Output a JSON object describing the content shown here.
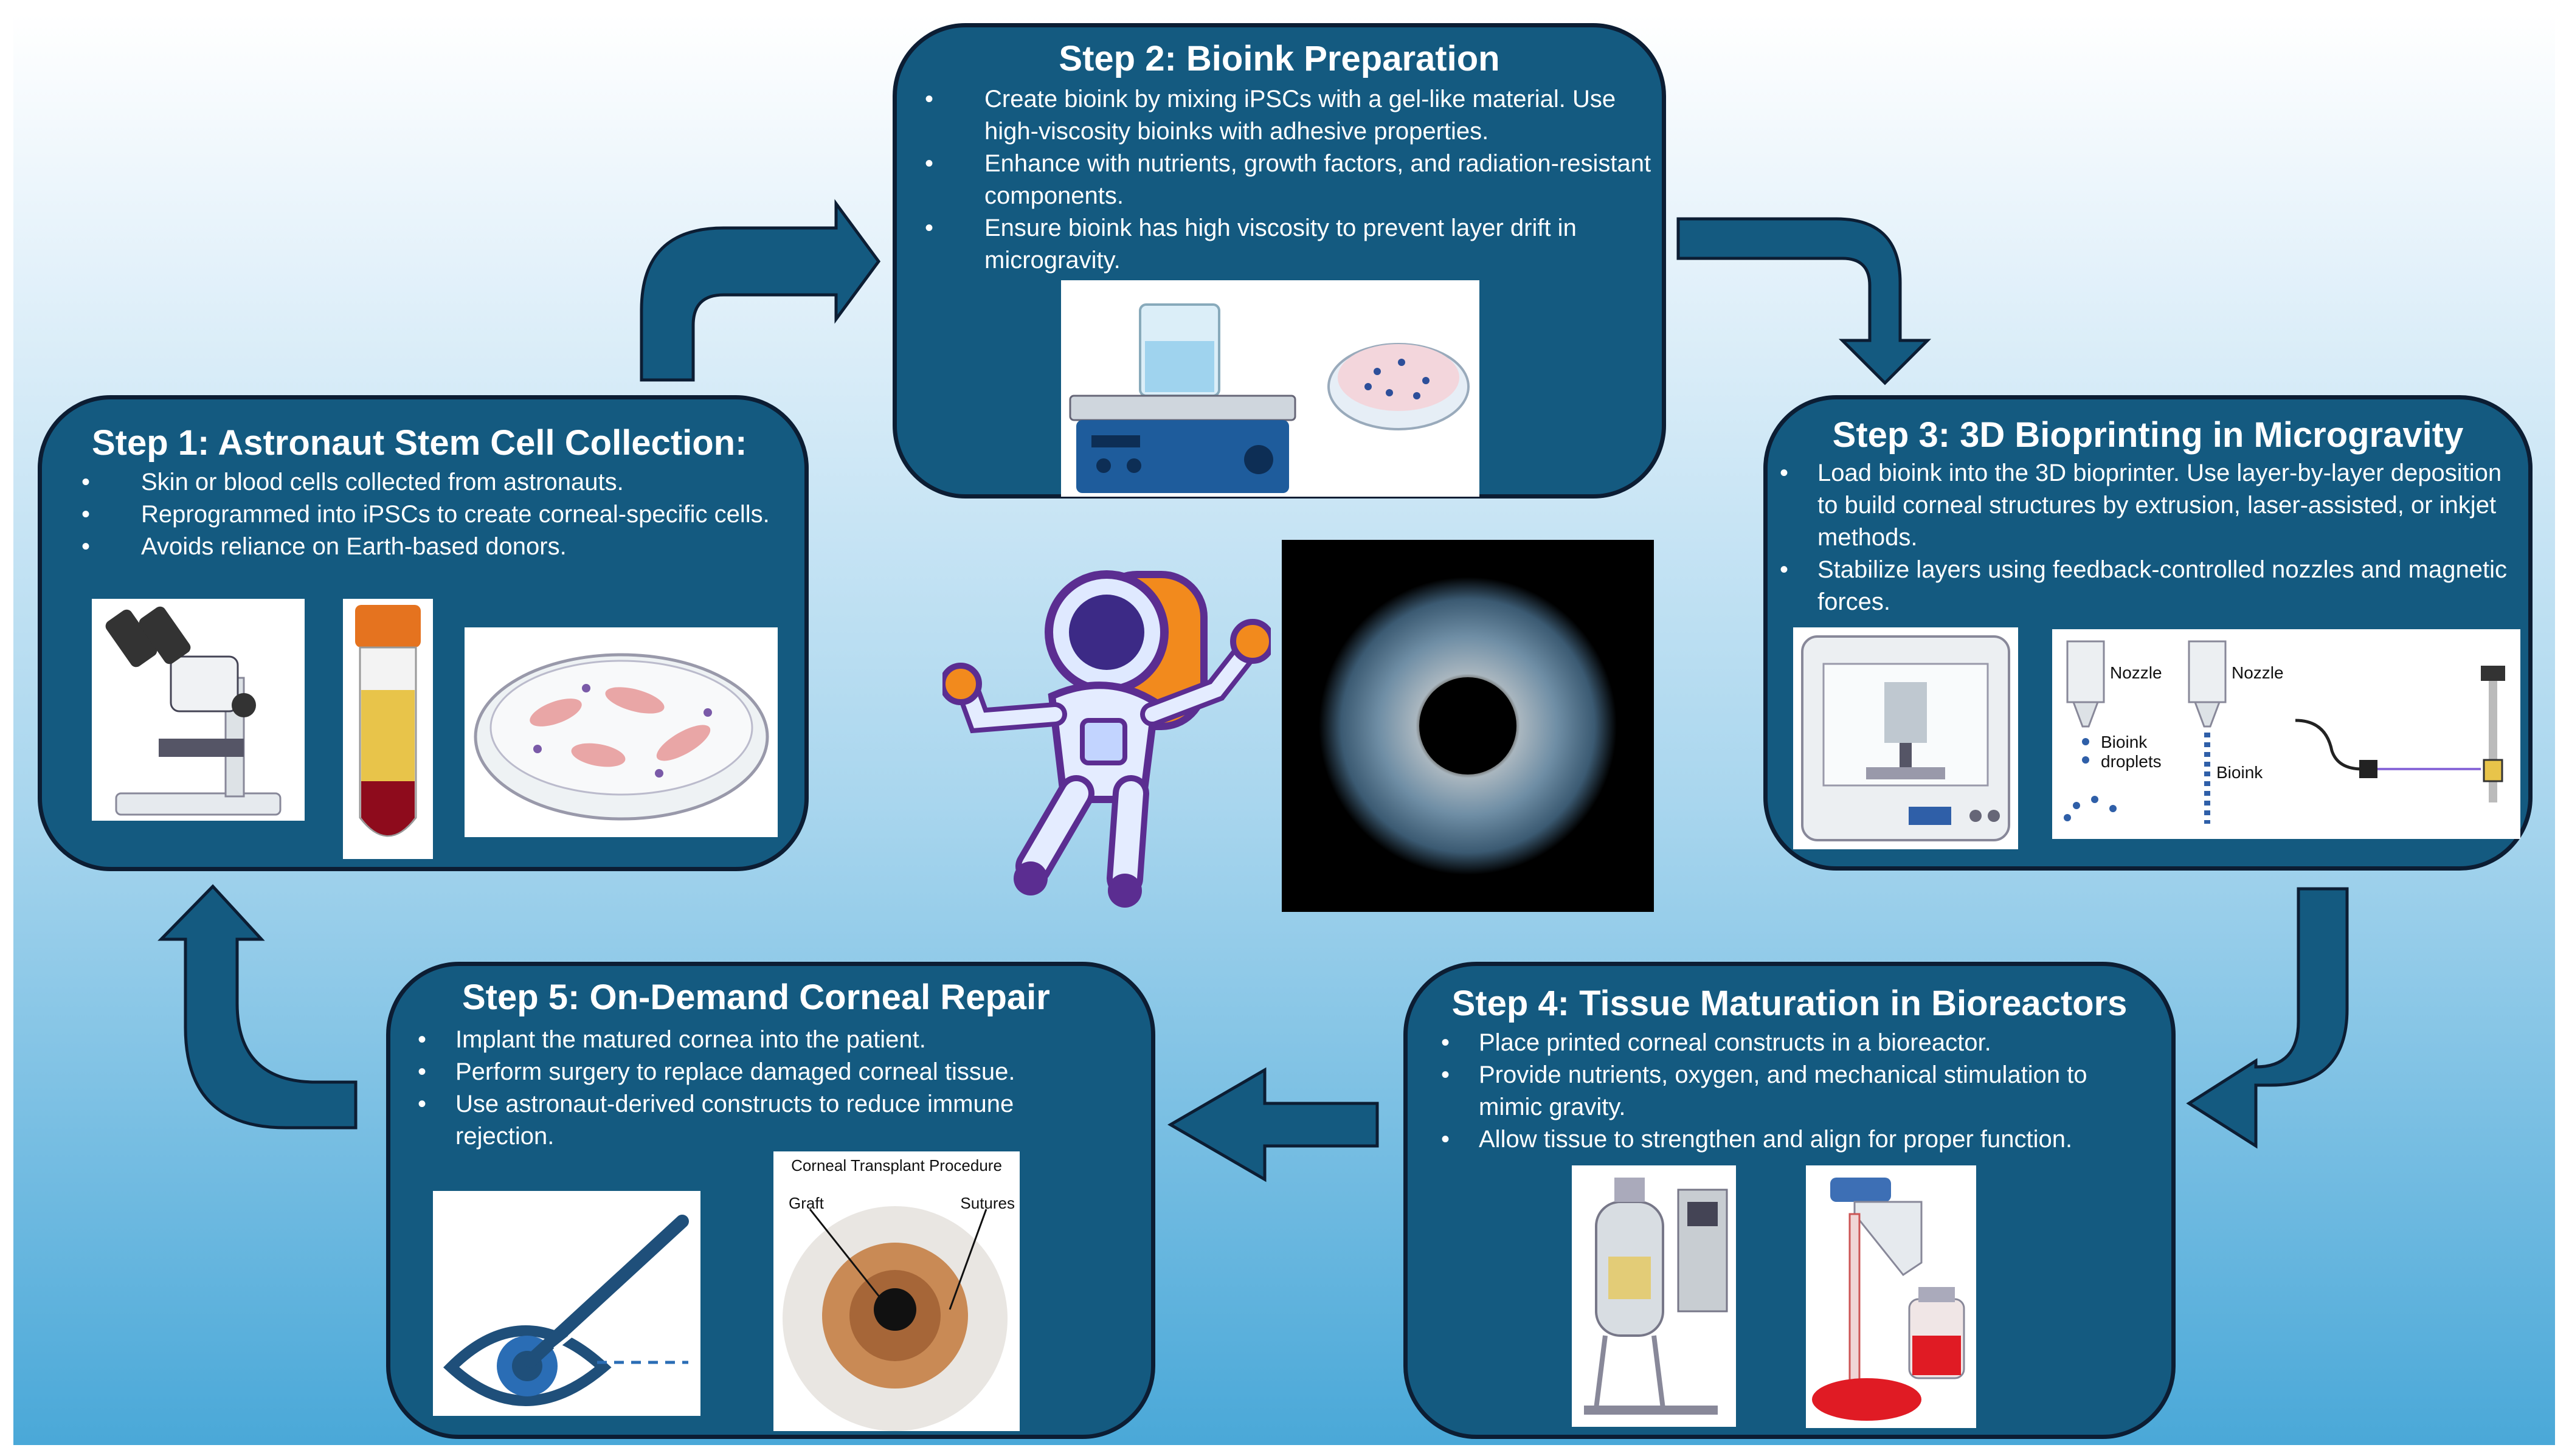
{
  "colors": {
    "card_fill": "#145a80",
    "card_border": "#0c1d33",
    "arrow": "#145a80",
    "text": "#ffffff"
  },
  "steps": {
    "step1": {
      "title": "Step 1: Astronaut Stem Cell Collection:",
      "bullets": [
        "Skin or blood cells collected from astronauts.",
        "Reprogrammed into iPSCs to create corneal-specific cells.",
        "Avoids reliance on Earth-based donors."
      ],
      "images": [
        "microscope-icon",
        "blood-tube-icon",
        "petri-dish-icon"
      ]
    },
    "step2": {
      "title": "Step 2: Bioink Preparation",
      "bullets": [
        "Create bioink by mixing iPSCs with a gel-like material. Use high-viscosity bioinks with adhesive properties.",
        "Enhance with nutrients, growth factors, and radiation-resistant components.",
        "Ensure bioink has high viscosity to prevent layer drift in microgravity."
      ],
      "images": [
        "magnetic-stirrer-icon",
        "hydrogel-dish-icon"
      ]
    },
    "step3": {
      "title": "Step 3: 3D Bioprinting in Microgravity",
      "bullets": [
        "Load bioink into the 3D bioprinter. Use layer-by-layer deposition to build corneal structures by extrusion, laser-assisted, or inkjet methods.",
        "Stabilize layers using feedback-controlled nozzles and magnetic forces."
      ],
      "images": [
        "bioprinter-icon",
        "print-methods-diagram"
      ],
      "diagram_labels": {
        "nozzle_left": "Nozzle",
        "nozzle_right": "Nozzle",
        "bioink_droplets": "Bioink droplets",
        "bioink": "Bioink"
      }
    },
    "step4": {
      "title": "Step 4: Tissue Maturation in Bioreactors",
      "bullets": [
        "Place printed corneal constructs in a bioreactor.",
        "Provide nutrients, oxygen, and mechanical stimulation to mimic gravity.",
        "Allow tissue to strengthen and align for proper function."
      ],
      "images": [
        "bioreactor-icon",
        "pipette-culture-icon"
      ]
    },
    "step5": {
      "title": "Step 5: On-Demand Corneal Repair",
      "bullets": [
        "Implant the matured cornea into the patient.",
        "Perform surgery to replace damaged corneal tissue.",
        "Use astronaut-derived constructs to reduce immune rejection."
      ],
      "images": [
        "eye-scalpel-icon",
        "corneal-transplant-diagram"
      ],
      "diagram_labels": {
        "title": "Corneal Transplant Procedure",
        "graft": "Graft",
        "sutures": "Sutures"
      }
    }
  },
  "center": {
    "images": [
      "astronaut-illustration",
      "iris-photo"
    ]
  }
}
